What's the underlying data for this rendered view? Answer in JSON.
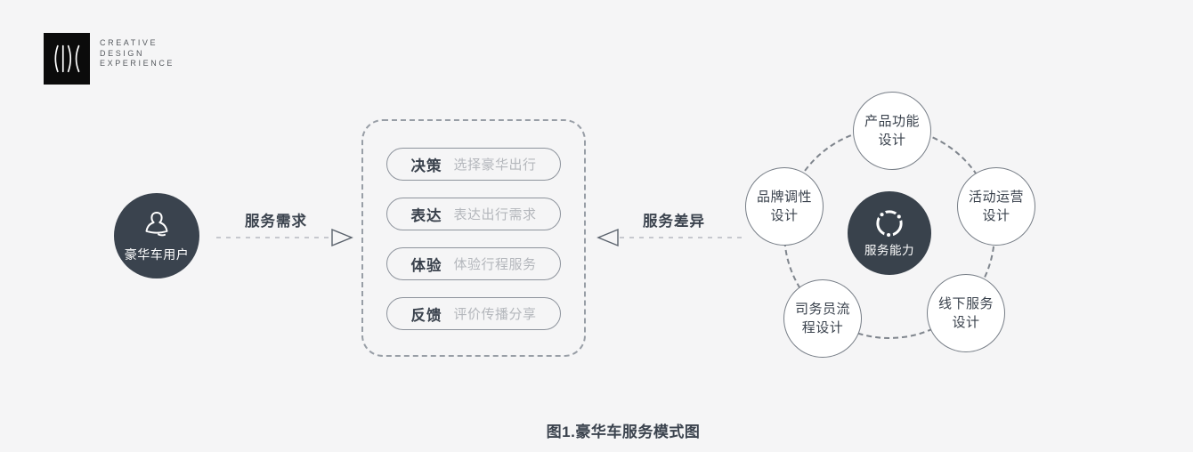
{
  "page": {
    "background_color": "#f5f5f6",
    "caption": "图1.豪华车服务模式图"
  },
  "colors": {
    "dark_node": "#3a434e",
    "text_dark": "#3a424d",
    "text_muted": "#b4b7bc",
    "dashed_line": "#b6bac0",
    "node_border": "#767d86"
  },
  "logo": {
    "mark": "(|)(",
    "line1": "CREATIVE",
    "line2": "DESIGN",
    "line3": "EXPERIENCE"
  },
  "user_node": {
    "label": "豪华车用户",
    "icon": "user-icon"
  },
  "arrow_demand": {
    "label": "服务需求",
    "direction": "right"
  },
  "arrow_difference": {
    "label": "服务差异",
    "direction": "left"
  },
  "journey": {
    "steps": [
      {
        "title": "决策",
        "desc": "选择豪华出行"
      },
      {
        "title": "表达",
        "desc": "表达出行需求"
      },
      {
        "title": "体验",
        "desc": "体验行程服务"
      },
      {
        "title": "反馈",
        "desc": "评价传播分享"
      }
    ]
  },
  "capability": {
    "center": {
      "label": "服务能力",
      "icon": "service-network-icon"
    },
    "nodes": [
      {
        "line1": "产品功能",
        "line2": "设计",
        "position": "top"
      },
      {
        "line1": "活动运营",
        "line2": "设计",
        "position": "right"
      },
      {
        "line1": "线下服务",
        "line2": "设计",
        "position": "bottom-right"
      },
      {
        "line1": "司务员流",
        "line2": "程设计",
        "position": "bottom-left"
      },
      {
        "line1": "品牌调性",
        "line2": "设计",
        "position": "left"
      }
    ]
  }
}
